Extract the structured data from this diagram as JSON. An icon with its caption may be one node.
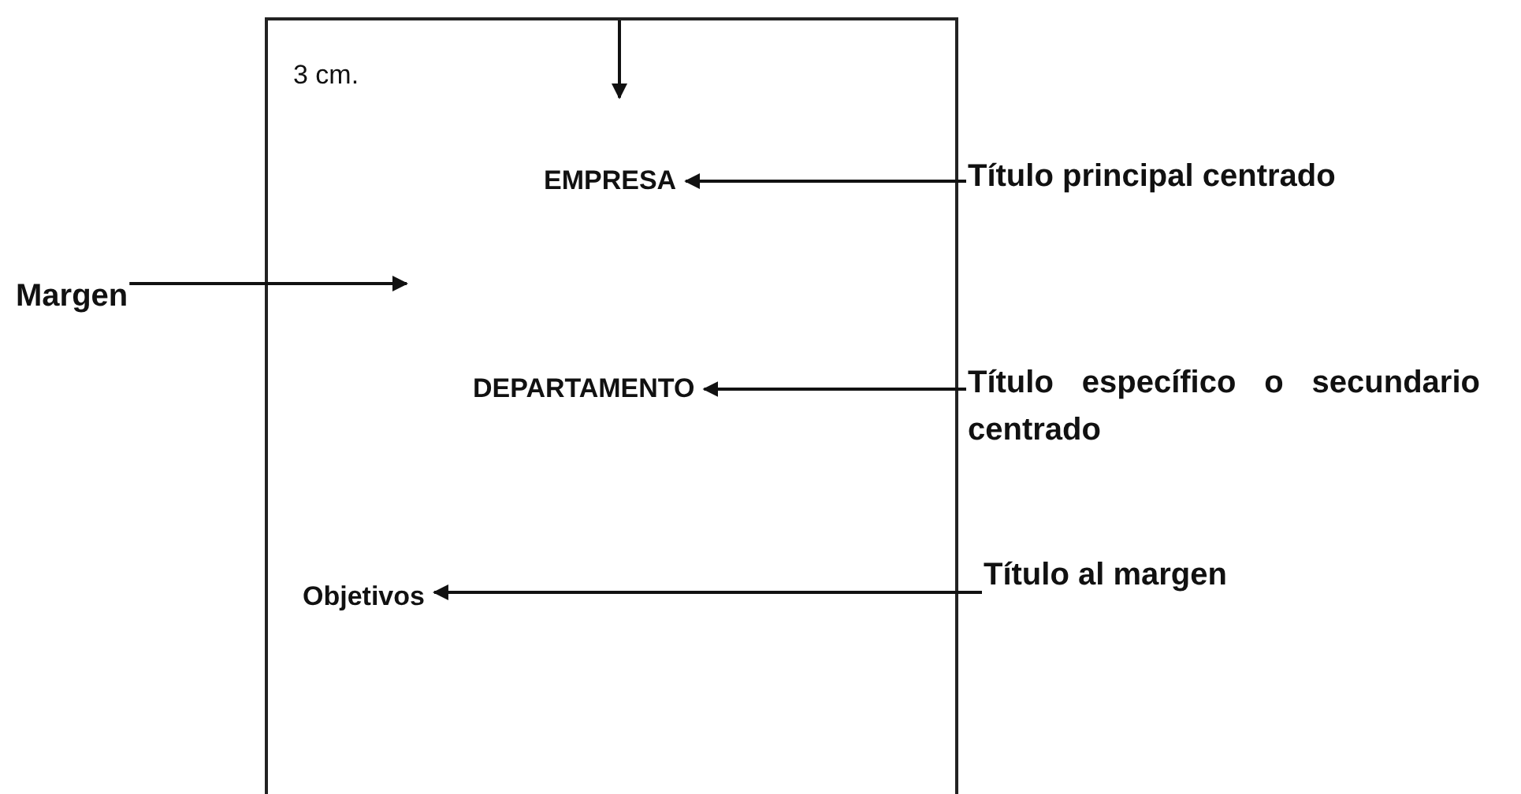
{
  "diagram": {
    "nodes": [
      {
        "text": [],
        "shape": "box"
      },
      {
        "text": [
          "EMPRESA"
        ],
        "in": 0
      },
      {
        "text": [
          "DEPARTAMENTO"
        ],
        "in": 0
      },
      {
        "text": [
          "Objetivos"
        ],
        "in": 0
      },
      {
        "text": [
          "Título principal centrado"
        ]
      },
      {
        "text": [
          "Título específico o secundario centrado"
        ]
      },
      {
        "text": [
          "Título al margen"
        ]
      },
      {
        "text": [
          "Margen"
        ]
      }
    ],
    "edges": [
      {
        "from": 4,
        "to": 1,
        "arrow": "to"
      },
      {
        "from": 5,
        "to": 2,
        "arrow": "to"
      },
      {
        "from": 6,
        "to": 3,
        "arrow": "to"
      },
      {
        "from": 7,
        "to": null,
        "arrow": "to"
      }
    ],
    "labels": [
      "3 cm."
    ]
  }
}
